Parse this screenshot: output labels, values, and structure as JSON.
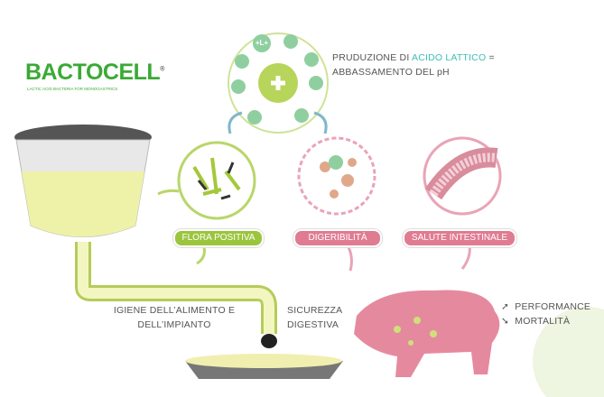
{
  "logo": {
    "brand": "BACTOCELL",
    "registered": "®",
    "tagline": "LACTIC ACID BACTERIA FOR MONOGASTRICS"
  },
  "top_note": {
    "prefix": "PRUDUZIONE DI ",
    "highlight": "ACIDO LATTICO",
    "suffix": " =",
    "line2": "ABBASSAMENTO   DEL pH"
  },
  "badges": {
    "flora": "FLORA POSITIVA",
    "digest": "DIGERIBILITÀ",
    "salute": "SALUTE INTESTINALE"
  },
  "labels": {
    "igiene1": "IGIENE DELL’ALIMENTO  E",
    "igiene2": "DELL’IMPIANTO",
    "sicurezza1": "SICUREZZA",
    "sicurezza2": "DIGESTIVA",
    "performance": "PERFORMANCE",
    "mortalita": "MORTALITÀ",
    "arrow_up": "➚",
    "arrow_down": "➘",
    "lplus": "+L+"
  },
  "colors": {
    "green": "#8dc63f",
    "lime": "#c8dc6e",
    "pink": "#e07c92",
    "teal": "#3cbfb4",
    "logo_green": "#3aaa35"
  }
}
